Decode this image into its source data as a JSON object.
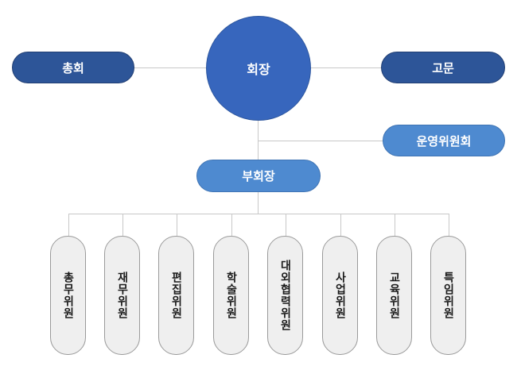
{
  "chairman": "회장",
  "general_assembly": "총회",
  "advisor": "고문",
  "steering_committee": "운영위원회",
  "vice_chairman": "부회장",
  "committees": [
    "총무위원",
    "재무위원",
    "편집위원",
    "학술위원",
    "대외협력위원",
    "사업위원",
    "교육위원",
    "특임위원"
  ],
  "colors": {
    "dark_node": "#2d5598",
    "circle_node": "#3766bd",
    "light_node": "#4e8ad0",
    "committee_fill": "#efefef",
    "connector": "#c8c8c8"
  }
}
